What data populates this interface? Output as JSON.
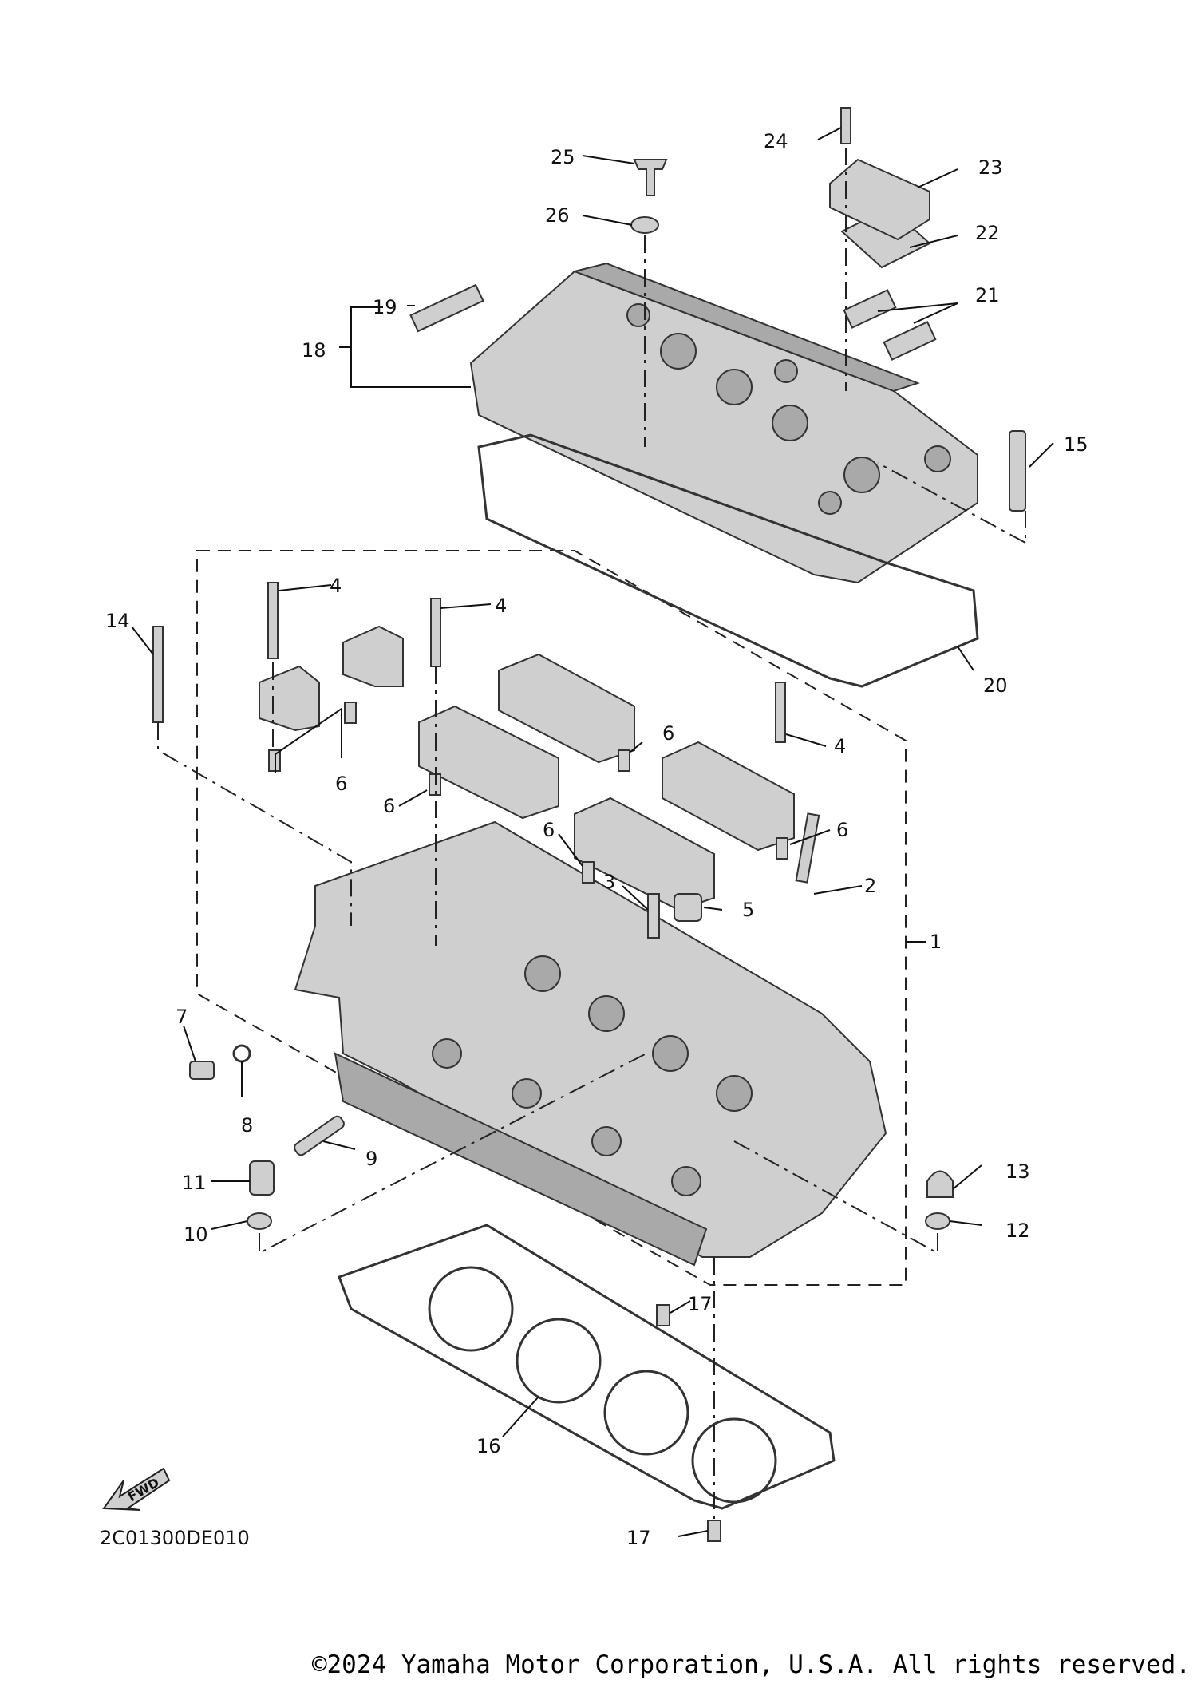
{
  "diagram_code": "2C01300DE010",
  "fwd_label": "FWD",
  "copyright": "©2024 Yamaha Motor Corporation, U.S.A. All rights reserved.",
  "callouts": [
    {
      "id": "c1",
      "label": "1"
    },
    {
      "id": "c2",
      "label": "2"
    },
    {
      "id": "c3",
      "label": "3"
    },
    {
      "id": "c4a",
      "label": "4"
    },
    {
      "id": "c4b",
      "label": "4"
    },
    {
      "id": "c4c",
      "label": "4"
    },
    {
      "id": "c5",
      "label": "5"
    },
    {
      "id": "c6a",
      "label": "6"
    },
    {
      "id": "c6b",
      "label": "6"
    },
    {
      "id": "c6c",
      "label": "6"
    },
    {
      "id": "c6d",
      "label": "6"
    },
    {
      "id": "c6e",
      "label": "6"
    },
    {
      "id": "c7",
      "label": "7"
    },
    {
      "id": "c8",
      "label": "8"
    },
    {
      "id": "c9",
      "label": "9"
    },
    {
      "id": "c10",
      "label": "10"
    },
    {
      "id": "c11",
      "label": "11"
    },
    {
      "id": "c12",
      "label": "12"
    },
    {
      "id": "c13",
      "label": "13"
    },
    {
      "id": "c14",
      "label": "14"
    },
    {
      "id": "c15",
      "label": "15"
    },
    {
      "id": "c16",
      "label": "16"
    },
    {
      "id": "c17a",
      "label": "17"
    },
    {
      "id": "c17b",
      "label": "17"
    },
    {
      "id": "c18",
      "label": "18"
    },
    {
      "id": "c19",
      "label": "19"
    },
    {
      "id": "c20",
      "label": "20"
    },
    {
      "id": "c21",
      "label": "21"
    },
    {
      "id": "c22",
      "label": "22"
    },
    {
      "id": "c23",
      "label": "23"
    },
    {
      "id": "c24",
      "label": "24"
    },
    {
      "id": "c25",
      "label": "25"
    },
    {
      "id": "c26",
      "label": "26"
    }
  ]
}
